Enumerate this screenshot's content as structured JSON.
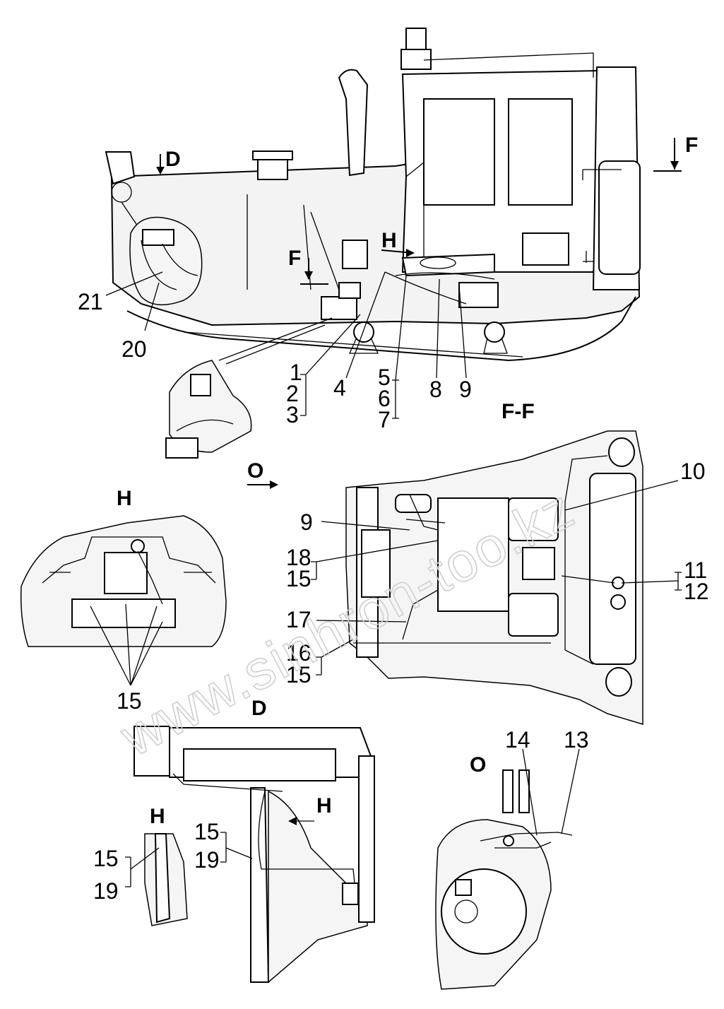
{
  "watermark": "www.sinhron-too.kz",
  "view_labels": {
    "view_d_top": "D",
    "view_f_top": "F",
    "section_f_left": "F",
    "arrow_h": "H",
    "section_ff": "F-F",
    "arrow_o": "O",
    "view_h": "H",
    "view_d": "D",
    "arrow_h_in_d": "H",
    "view_h_small": "H",
    "view_o": "O"
  },
  "callouts": {
    "c1": "1",
    "c2": "2",
    "c3": "3",
    "c4": "4",
    "c5": "5",
    "c6": "6",
    "c7": "7",
    "c8": "8",
    "c9a": "9",
    "c9b": "9",
    "c10": "10",
    "c11": "11",
    "c12": "12",
    "c13": "13",
    "c14": "14",
    "c15h": "15",
    "c15ff_a": "15",
    "c15ff_b": "15",
    "c15d": "15",
    "c15hs": "15",
    "c16": "16",
    "c17": "17",
    "c18": "18",
    "c19d": "19",
    "c19hs": "19",
    "c20": "20",
    "c21": "21"
  }
}
